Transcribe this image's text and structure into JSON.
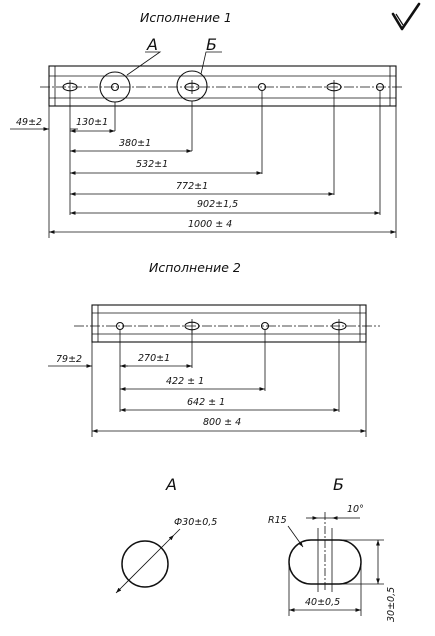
{
  "variant1": {
    "title": "Исполнение 1",
    "callout_a": "А",
    "callout_b": "Б",
    "dims": [
      "49±2",
      "130±1",
      "380±1",
      "532±1",
      "772±1",
      "902±1,5",
      "1000 ± 4"
    ]
  },
  "variant2": {
    "title": "Исполнение 2",
    "dims": [
      "79±2",
      "270±1",
      "422 ± 1",
      "642 ± 1",
      "800 ± 4"
    ]
  },
  "detail_a": {
    "label": "А",
    "diameter": "Ф30±0,5"
  },
  "detail_b": {
    "label": "Б",
    "radius": "R15",
    "pitch": "10°",
    "length": "40±0,5",
    "height": "30±0,5"
  },
  "check_mark": "check-mark-icon"
}
